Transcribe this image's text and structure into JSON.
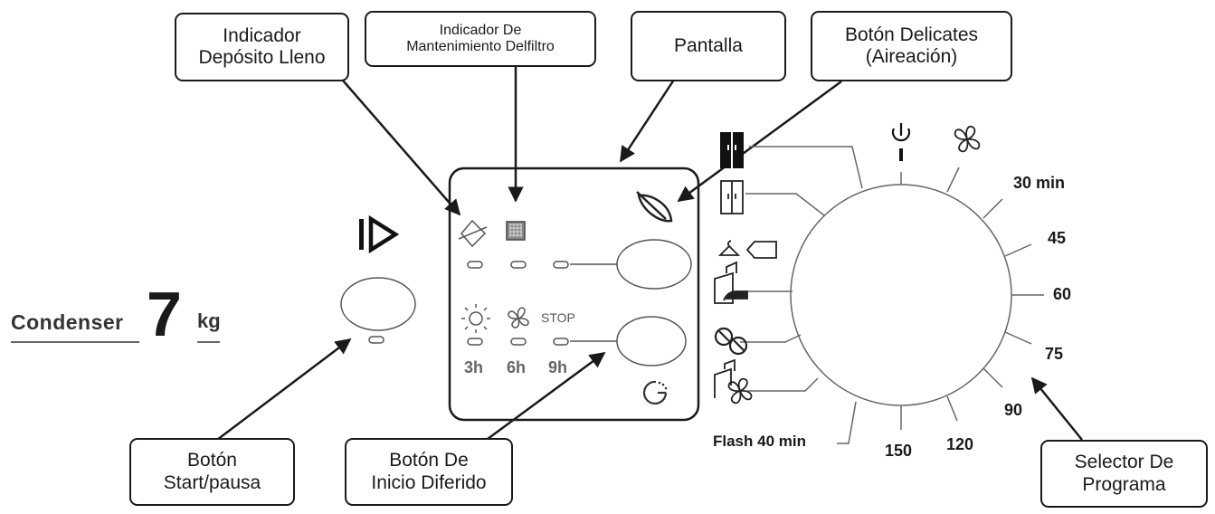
{
  "callouts": {
    "deposito": [
      "Indicador",
      "Depósito Lleno"
    ],
    "filtro": [
      "Indicador De",
      "Mantenimiento Delfiltro"
    ],
    "pantalla": [
      "Pantalla"
    ],
    "delicates": [
      "Botón Delicates",
      "(Aireación)"
    ],
    "start": [
      "Botón",
      "Start/pausa"
    ],
    "diferido": [
      "Botón De",
      "Inicio Diferido"
    ],
    "selector": [
      "Selector De",
      "Programa"
    ]
  },
  "brand": {
    "word": "Condenser",
    "capacity": "7",
    "unit": "kg"
  },
  "panel": {
    "stop_label": "STOP",
    "delay_options": [
      "3h",
      "6h",
      "9h"
    ]
  },
  "dial_labels": {
    "t30": "30 min",
    "t45": "45",
    "t60": "60",
    "t75": "75",
    "t90": "90",
    "t120": "120",
    "t150": "150",
    "flash": "Flash 40 min"
  },
  "program_icons": [
    "extra-dry-cupboard-icon",
    "cupboard-dry-icon",
    "hanger-dry-icon",
    "iron-dry-icon",
    "wool-icon",
    "timed-air-icon"
  ],
  "colors": {
    "ink": "#1a1a1a",
    "line": "#4a4a4a",
    "panel_text": "#666666"
  }
}
